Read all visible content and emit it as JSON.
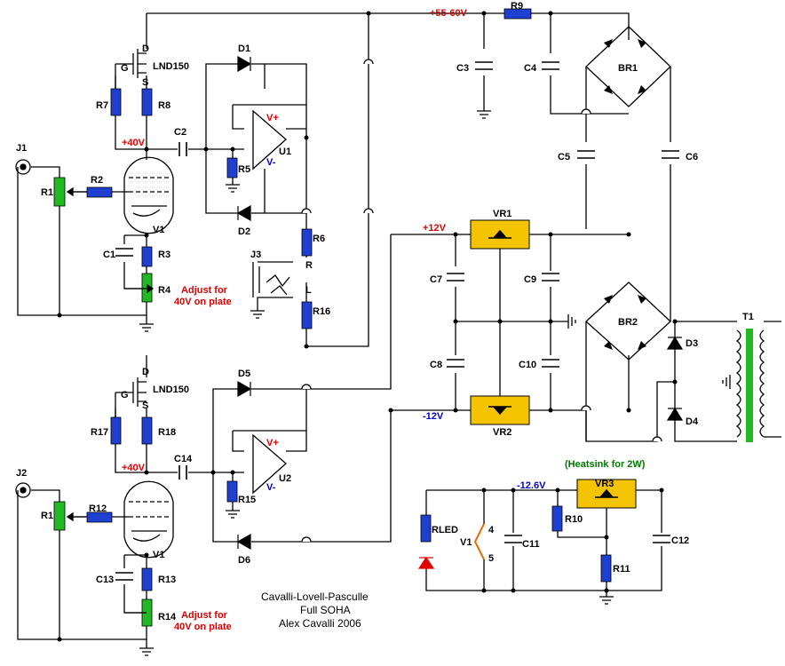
{
  "colors": {
    "wire": "#000000",
    "resistor": "#1f3fd0",
    "pot": "#22b822",
    "regulator": "#f5c400",
    "transformer_core": "#22b822",
    "note_red": "#e00000",
    "note_blue": "#0000c0",
    "note_green": "#007a00"
  },
  "labels": {
    "supply_55_60": "+55-60V",
    "plus40_top": "+40V",
    "plus40_bottom": "+40V",
    "plus12": "+12V",
    "minus12": "-12V",
    "minus12_6": "-12.6V",
    "heatsink_note": "(Heatsink for 2W)",
    "adjust_top": [
      "Adjust for",
      "40V on plate"
    ],
    "adjust_bottom": [
      "Adjust for",
      "40V on plate"
    ],
    "vplus_top": "V+",
    "vminus_top": "V-",
    "vplus_bottom": "V+",
    "vminus_bottom": "V-",
    "pin4": "4",
    "pin5": "5",
    "plus": "+"
  },
  "components": {
    "J1": "J1",
    "J2": "J2",
    "J3": "J3",
    "R1_top": "R1",
    "R1_bottom": "R1",
    "R2": "R2",
    "R3": "R3",
    "R4": "R4",
    "R5": "R5",
    "R6": "R6",
    "R7": "R7",
    "R8": "R8",
    "R9": "R9",
    "R10": "R10",
    "R11": "R11",
    "R12": "R12",
    "R13": "R13",
    "R14": "R14",
    "R15": "R15",
    "R16": "R16",
    "R17": "R17",
    "R18": "R18",
    "RLED": "RLED",
    "C1": "C1",
    "C2": "C2",
    "C3": "C3",
    "C4": "C4",
    "C5": "C5",
    "C6": "C6",
    "C7": "C7",
    "C8": "C8",
    "C9": "C9",
    "C10": "C10",
    "C11": "C11",
    "C12": "C12",
    "C13": "C13",
    "C14": "C14",
    "D1": "D1",
    "D2": "D2",
    "D3": "D3",
    "D4": "D4",
    "D5": "D5",
    "D6": "D6",
    "U1": "U1",
    "U2": "U2",
    "V1_top": "V1",
    "V1_bottom": "V1",
    "V1_ref": "V1",
    "VR1": "VR1",
    "VR2": "VR2",
    "VR3": "VR3",
    "BR1": "BR1",
    "BR2": "BR2",
    "T1": "T1",
    "mosfet_top": "LND150",
    "mosfet_bottom": "LND150",
    "D_top": "D",
    "G_top": "G",
    "S_top": "S",
    "D_bottom": "D",
    "G_bottom": "G",
    "S_bottom": "S",
    "jackR": "R",
    "jackL": "L"
  },
  "title_block": {
    "line1": "Cavalli-Lovell-Pasculle",
    "line2": "Full SOHA",
    "line3": "Alex Cavalli 2006"
  }
}
